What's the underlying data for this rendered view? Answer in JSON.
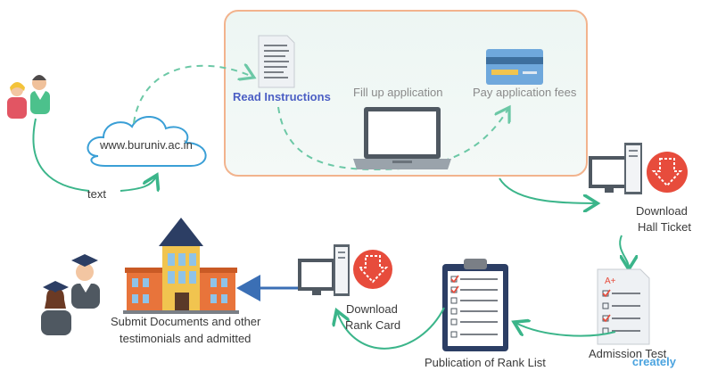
{
  "labels": {
    "text_edge": "text",
    "website": "www.buruniv.ac.in",
    "read_instructions": "Read Instructions",
    "fill_application": "Fill up application",
    "pay_fees": "Pay application fees",
    "download_hall_ticket_1": "Download",
    "download_hall_ticket_2": "Hall Ticket",
    "admission_test": "Admission Test",
    "publication_rank_list": "Publication of Rank List",
    "download_rank_card_1": "Download",
    "download_rank_card_2": "Rank Card",
    "submit_documents_1": "Submit Documents and other",
    "submit_documents_2": "testimonials and  admitted"
  },
  "colors": {
    "flow_arrow": "#3bb58a",
    "box_border": "#f2b38d",
    "accent_blue": "#4b5fc4",
    "download_red": "#e74c3c",
    "building_orange": "#e8743b"
  },
  "icons": [
    "users-icon",
    "cloud-icon",
    "document-icon",
    "laptop-icon",
    "credit-card-icon",
    "computer-icon",
    "download-icon",
    "checklist-icon",
    "clipboard-icon",
    "university-building-icon",
    "graduates-icon"
  ],
  "watermark": "creately"
}
